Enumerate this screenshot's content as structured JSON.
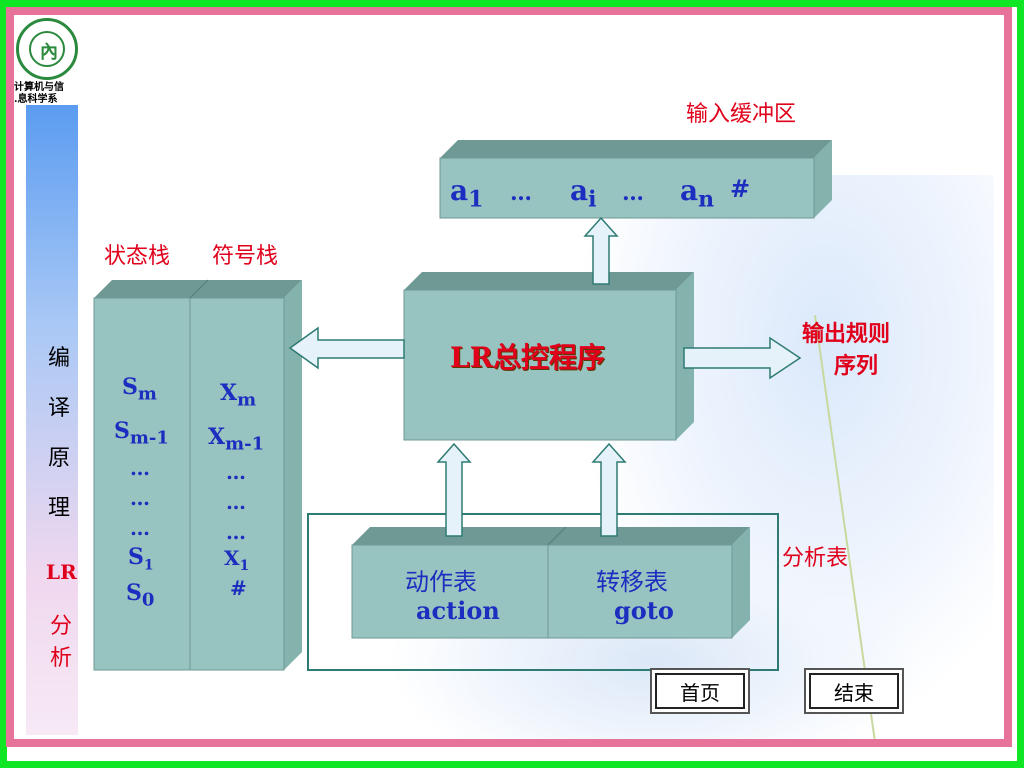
{
  "sidebar": {
    "dept_line1": "计算机与信",
    "dept_line2": ".息科学系",
    "title_chars": [
      "编",
      "译",
      "原",
      "理"
    ],
    "lr": "LR",
    "fen": "分",
    "xi": "析"
  },
  "labels": {
    "input_buffer": "输入缓冲区",
    "state_stack": "状态栈",
    "symbol_stack": "符号栈",
    "output_line1": "输出规则",
    "output_line2": "序列",
    "analysis_table": "分析表",
    "controller": "LR总控程序"
  },
  "buffer": {
    "a1": "a",
    "a1_sub": "1",
    "dots1": "…",
    "ai": "a",
    "ai_sub": "i",
    "dots2": "…",
    "an": "a",
    "an_sub": "n",
    "hash": "#"
  },
  "state_stack": {
    "sm": "S",
    "sm_sub": "m",
    "sm1": "S",
    "sm1_sub": "m-1",
    "dots": [
      "…",
      "…",
      "…"
    ],
    "s1": "S",
    "s1_sub": "1",
    "s0": "S",
    "s0_sub": "0"
  },
  "symbol_stack": {
    "xm": "X",
    "xm_sub": "m",
    "xm1": "X",
    "xm1_sub": "m-1",
    "dots": [
      "…",
      "…",
      "…"
    ],
    "x1": "X",
    "x1_sub": "1",
    "hash": "#"
  },
  "tables": {
    "action_cn": "动作表",
    "action_en": "action",
    "goto_cn": "转移表",
    "goto_en": "goto"
  },
  "nav": {
    "home": "首页",
    "end": "结束"
  }
}
